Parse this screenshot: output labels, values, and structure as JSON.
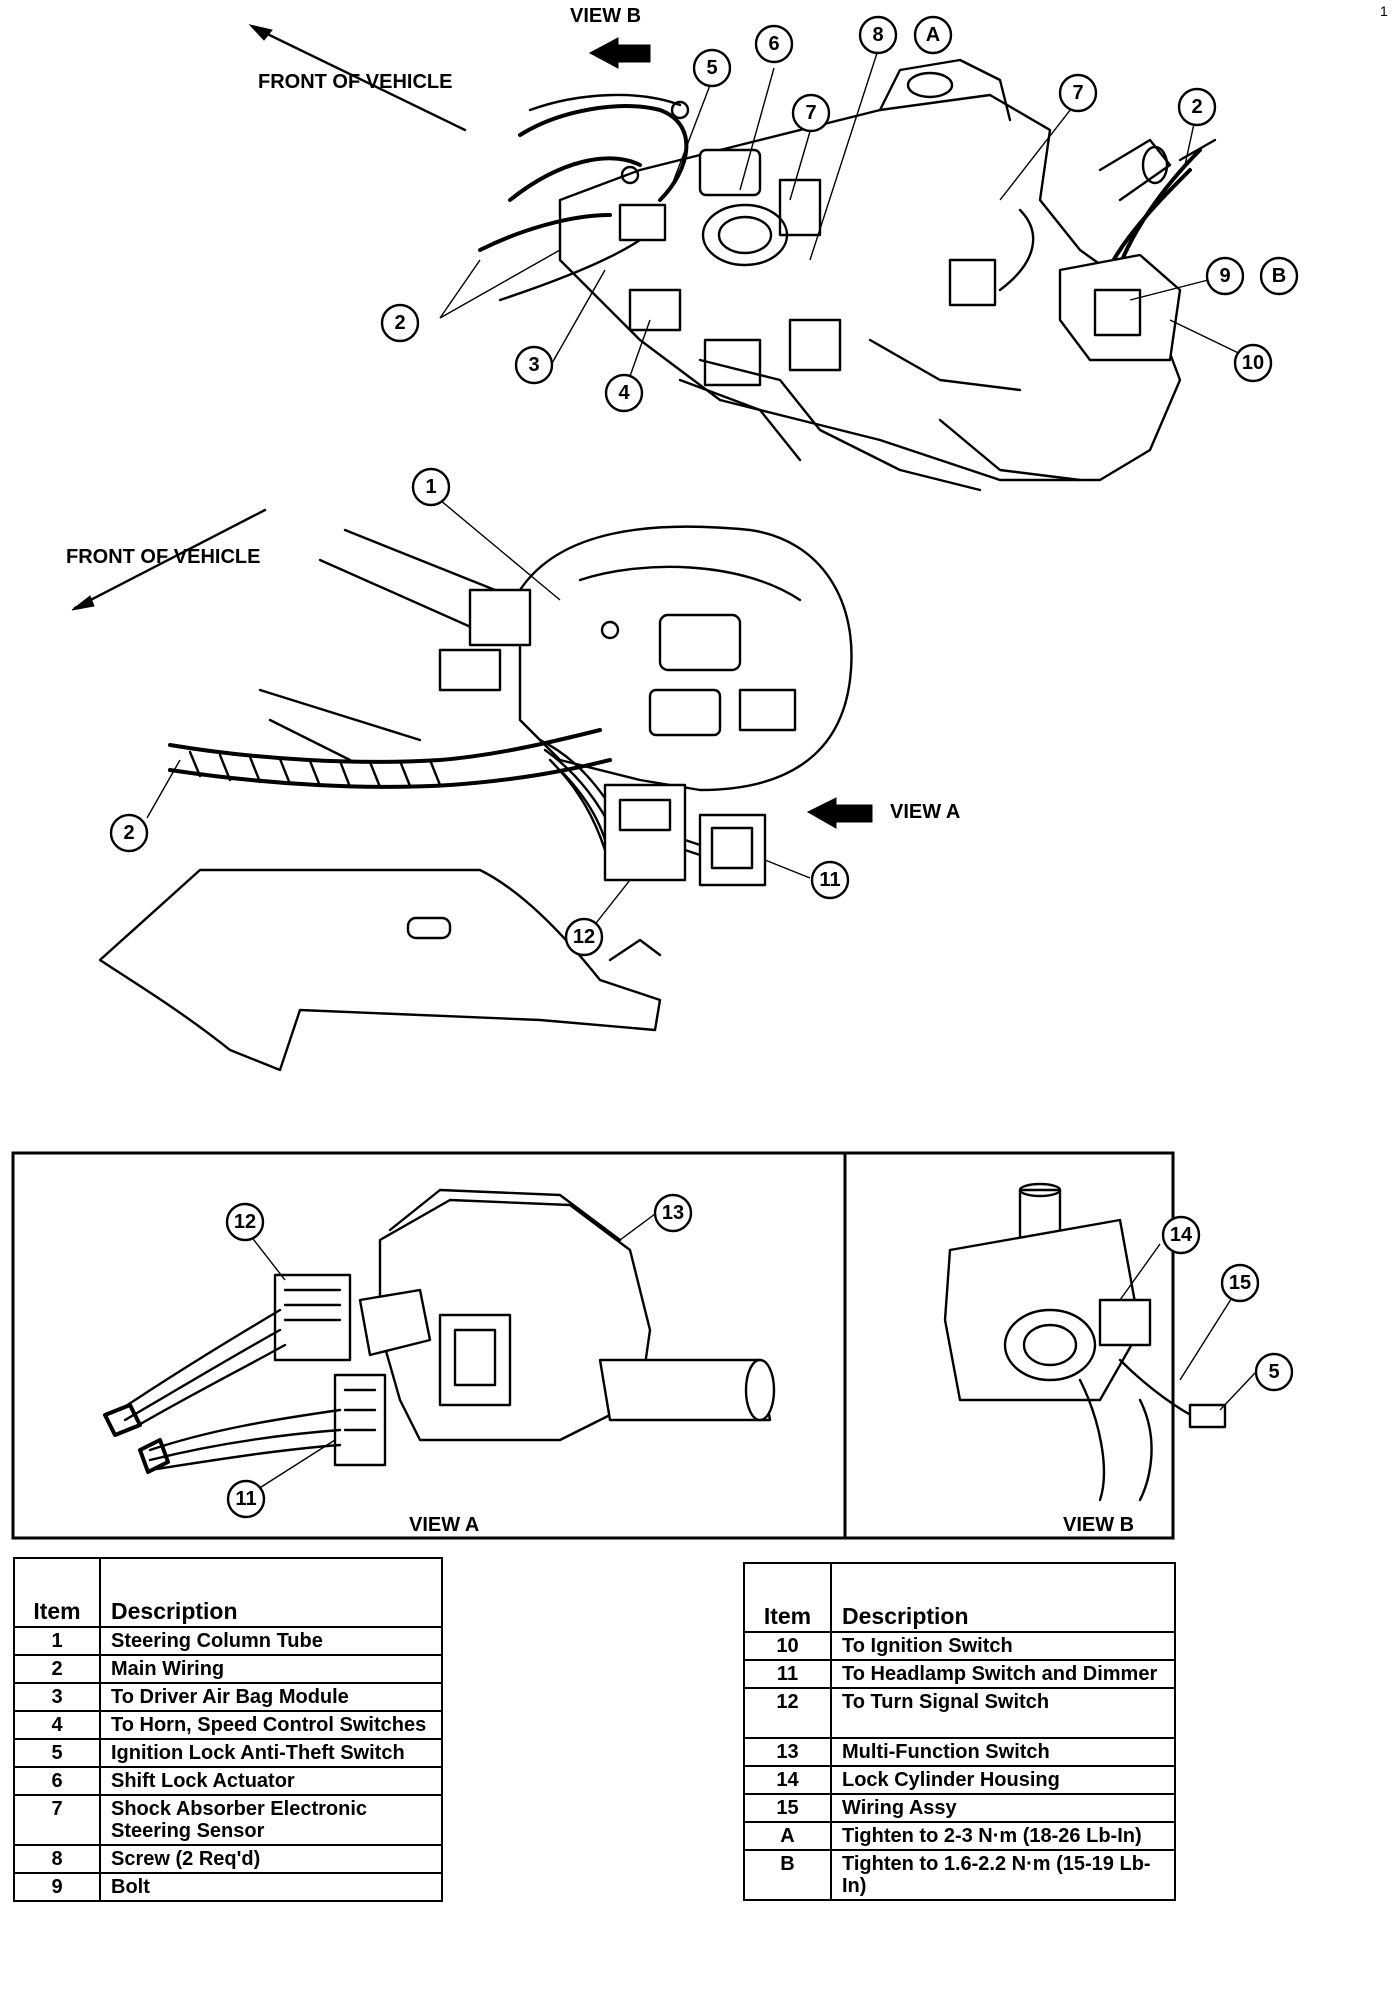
{
  "diagram": {
    "top_labels": {
      "view_b": "VIEW B",
      "front_of_vehicle_top": "FRONT OF VEHICLE",
      "front_of_vehicle_mid": "FRONT OF VEHICLE",
      "view_a": "VIEW A",
      "corner_mark": "1"
    },
    "callouts_top": [
      "5",
      "6",
      "7",
      "8",
      "A",
      "7",
      "2",
      "9",
      "B",
      "10",
      "2",
      "3",
      "4"
    ],
    "callouts_mid": [
      "1",
      "2",
      "11",
      "12"
    ],
    "panel_a": {
      "caption": "VIEW A",
      "callouts": [
        "12",
        "13",
        "11"
      ]
    },
    "panel_b": {
      "caption": "VIEW B",
      "callouts": [
        "14",
        "15",
        "5"
      ]
    }
  },
  "legend_left": {
    "header_item": "Item",
    "header_desc": "Description",
    "rows": [
      {
        "item": "1",
        "desc": "Steering Column Tube"
      },
      {
        "item": "2",
        "desc": "Main Wiring"
      },
      {
        "item": "3",
        "desc": "To Driver Air Bag Module"
      },
      {
        "item": "4",
        "desc": "To Horn, Speed Control Switches"
      },
      {
        "item": "5",
        "desc": "Ignition Lock Anti-Theft Switch"
      },
      {
        "item": "6",
        "desc": "Shift Lock Actuator"
      },
      {
        "item": "7",
        "desc": "Shock Absorber Electronic Steering Sensor"
      },
      {
        "item": "8",
        "desc": "Screw (2 Req'd)"
      },
      {
        "item": "9",
        "desc": "Bolt"
      }
    ]
  },
  "legend_right": {
    "header_item": "Item",
    "header_desc": "Description",
    "rows": [
      {
        "item": "10",
        "desc": "To Ignition Switch"
      },
      {
        "item": "11",
        "desc": "To Headlamp Switch and Dimmer"
      },
      {
        "item": "12",
        "desc": "To Turn Signal Switch"
      },
      {
        "item": "13",
        "desc": "Multi-Function Switch"
      },
      {
        "item": "14",
        "desc": "Lock Cylinder Housing"
      },
      {
        "item": "15",
        "desc": "Wiring Assy"
      },
      {
        "item": "A",
        "desc": "Tighten to 2-3 N·m (18-26 Lb-In)"
      },
      {
        "item": "B",
        "desc": "Tighten to 1.6-2.2 N·m (15-19 Lb-In)"
      }
    ]
  }
}
